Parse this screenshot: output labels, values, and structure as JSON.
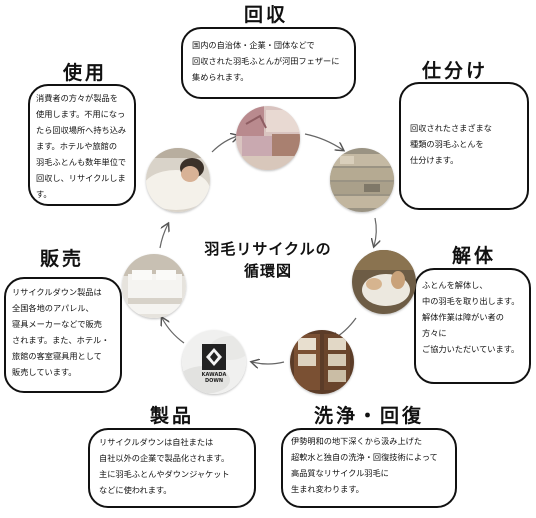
{
  "center_title": {
    "line1": "羽毛リサイクルの",
    "line2": "循環図"
  },
  "stages": {
    "collection": {
      "heading": "回収",
      "lines": [
        "国内の自治体・企業・団体などで",
        "回収された羽毛ふとんが河田フェザーに",
        "集められます。"
      ]
    },
    "sorting": {
      "heading": "仕分け",
      "lines": [
        "回収されたさまざまな",
        "種類の羽毛ふとんを",
        "仕分けます。"
      ]
    },
    "dismantling": {
      "heading": "解体",
      "lines": [
        "ふとんを解体し、",
        "中の羽毛を取り出します。",
        "解体作業は障がい者の",
        "方々に",
        "ご協力いただいています。"
      ]
    },
    "washing": {
      "heading": "洗浄・回復",
      "lines": [
        "伊勢明和の地下深くから汲み上げた",
        "超軟水と独自の洗浄・回復技術によって",
        "高品質なリサイクル羽毛に",
        "生まれ変わります。"
      ]
    },
    "product": {
      "heading": "製品",
      "lines": [
        "リサイクルダウンは自社または",
        "自社以外の企業で製品化されます。",
        "主に羽毛ふとんやダウンジャケット",
        "などに使われます。"
      ]
    },
    "sales": {
      "heading": "販売",
      "lines": [
        "リサイクルダウン製品は",
        "全国各地のアパレル、",
        "寝具メーカーなどで販売",
        "されます。また、ホテル・",
        "旅館の客室寝具用として",
        "販売しています。"
      ]
    },
    "use": {
      "heading": "使用",
      "lines": [
        "消費者の方々が製品を",
        "使用します。不用になっ",
        "たら回収場所へ持ち込み",
        "ます。ホテルや旅館の",
        "羽毛ふとんも数年単位で",
        "回収し、リサイクルしま",
        "す。"
      ]
    }
  },
  "logo": {
    "line1": "KAWADA",
    "line2": "DOWN"
  }
}
